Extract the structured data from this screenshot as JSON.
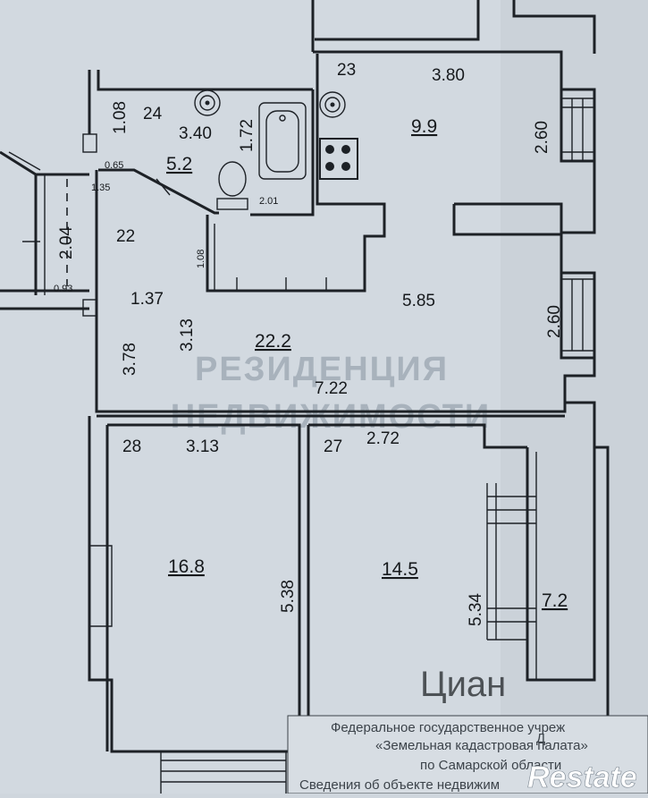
{
  "plan": {
    "rooms": {
      "r23": {
        "number": "23",
        "area": "9.9",
        "length": "3.80",
        "width": "2.60"
      },
      "r24": {
        "number": "24",
        "length": "3.40",
        "width_left": "1.08",
        "width_right": "1.72",
        "door_right": "2.01"
      },
      "hall": {
        "area": "5.2",
        "d1": "0.65",
        "d2": "1.35"
      },
      "r22": {
        "number": "22",
        "area": "22.2",
        "d_left": "2.04",
        "d_small": "0.93",
        "d_137": "1.37",
        "d_313": "3.13",
        "d_378": "3.78",
        "d_108": "1.08",
        "d_585": "5.85",
        "d_260": "2.60",
        "d_722": "7.22"
      },
      "r28": {
        "number": "28",
        "area": "16.8",
        "width": "3.13",
        "length": "5.38"
      },
      "r27": {
        "number": "27",
        "area": "14.5",
        "width": "2.72",
        "length": "5.34"
      },
      "loggia": {
        "area": "7.2"
      }
    },
    "watermark": {
      "line1": "РЕЗИДЕНЦИЯ",
      "line2": "НЕДВИЖИМОСТИ"
    },
    "stamp": {
      "line1": "Федеральное государственное учреж",
      "line2": "«Земельная кадастровая палата»",
      "line3": "по Самарской области",
      "line4": "Сведения об объекте недвижим",
      "letter": "Д"
    },
    "brand": {
      "text": "Restate",
      "cian": "Циан"
    },
    "icons": [
      "sink-icon",
      "bathtub-icon",
      "toilet-icon",
      "stove-icon"
    ]
  }
}
